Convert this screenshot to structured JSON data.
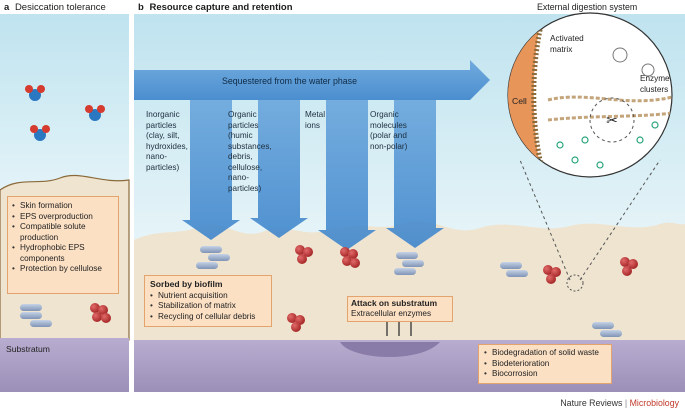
{
  "panel_a": {
    "letter": "a",
    "title": "Desiccation tolerance",
    "list": [
      "Skin formation",
      "EPS overproduction",
      "Compatible solute production",
      "Hydrophobic EPS components",
      "Protection by cellulose"
    ],
    "substratum": "Substratum"
  },
  "panel_b": {
    "letter": "b",
    "title": "Resource capture and retention",
    "arrow_label": "Sequestered from the water phase",
    "columns": [
      {
        "lines": [
          "Inorganic",
          "particles",
          "(clay, silt,",
          "hydroxides,",
          "nano-",
          "particles)"
        ]
      },
      {
        "lines": [
          "Organic",
          "particles",
          "(humic",
          "substances,",
          "debris,",
          "cellulose,",
          "nano-",
          "particles)"
        ]
      },
      {
        "lines": [
          "Metal",
          "ions"
        ]
      },
      {
        "lines": [
          "Organic",
          "molecules",
          "(polar and",
          "non-polar)"
        ]
      }
    ],
    "sorbed_title": "Sorbed by biofilm",
    "sorbed_list": [
      "Nutrient acquisition",
      "Stabilization of matrix",
      "Recycling of cellular debris"
    ],
    "attack_title": "Attack on substratum",
    "attack_sub": "Extracellular enzymes",
    "bio_list": [
      "Biodegradation of solid waste",
      "Biodeterioration",
      "Biocorrosion"
    ]
  },
  "inset": {
    "title": "External digestion system",
    "matrix_label": "Activated matrix",
    "cell_label": "Cell",
    "enzyme_label": "Enzyme clusters"
  },
  "footer": {
    "journal": "Nature Reviews",
    "separator": " | ",
    "section": "Microbiology"
  },
  "colors": {
    "water": "#bfe3ef",
    "sediment": "#efe4d0",
    "substratum": "#a99cc2",
    "orange_box": "#fbe0c4",
    "arrow": "#5b9ad6",
    "cell": "#e8955a",
    "footer_accent": "#c0392b"
  }
}
